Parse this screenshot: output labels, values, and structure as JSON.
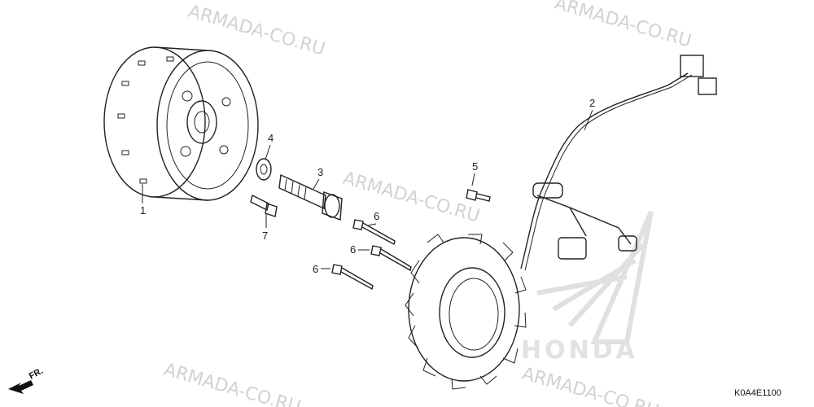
{
  "watermark": "ARMADA-CO.RU",
  "brand_watermark": "HONDA",
  "diagram_code": "K0A4E1100",
  "front_indicator": "FR.",
  "callouts": [
    {
      "id": "1",
      "text": "1"
    },
    {
      "id": "2",
      "text": "2"
    },
    {
      "id": "3",
      "text": "3"
    },
    {
      "id": "4",
      "text": "4"
    },
    {
      "id": "5",
      "text": "5"
    },
    {
      "id": "6a",
      "text": "6"
    },
    {
      "id": "6b",
      "text": "6"
    },
    {
      "id": "6c",
      "text": "6"
    },
    {
      "id": "7",
      "text": "7"
    }
  ]
}
